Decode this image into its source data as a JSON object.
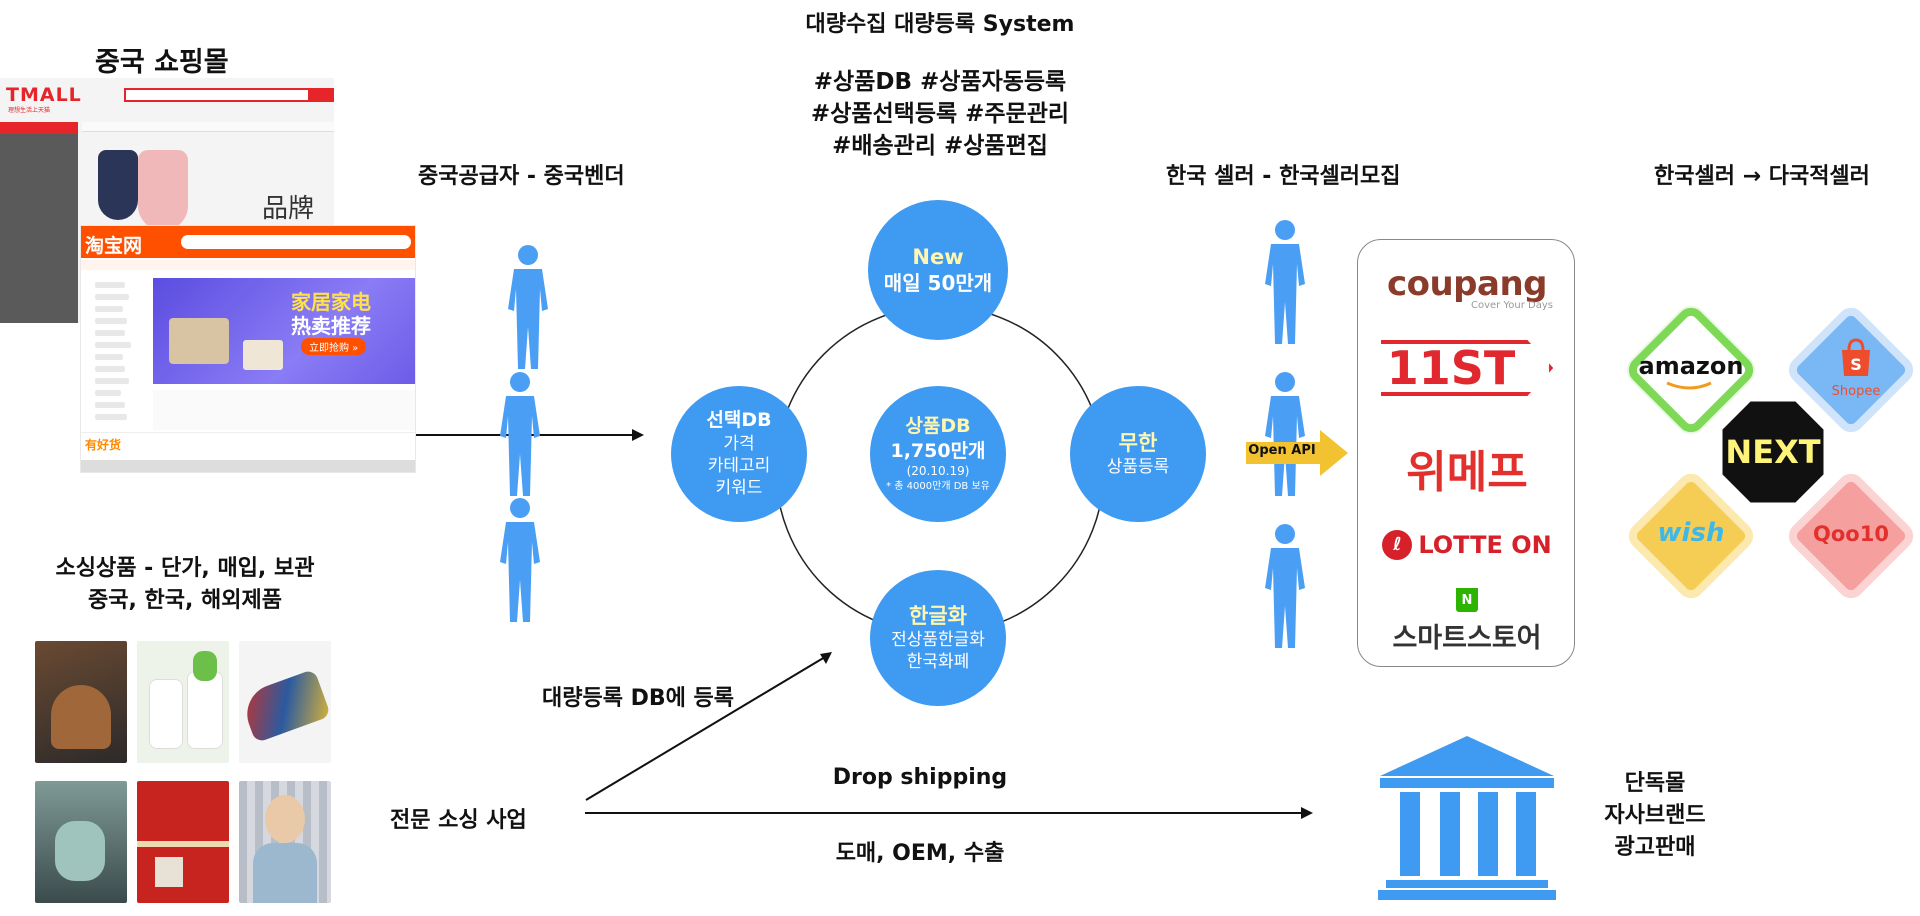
{
  "header": {
    "title": "대량수집 대량등록 System",
    "tags_line1": "#상품DB #상품자동등록",
    "tags_line2": "#상품선택등록 #주문관리",
    "tags_line3": "#배송관리 #상품편집"
  },
  "left": {
    "shopping_title": "중국 쇼핑몰",
    "tmall_logo": "TMALL",
    "tmall_sub": "理想生活上天猫",
    "tmall_banner": "品牌盛",
    "taobao_logo": "淘宝网",
    "taobao_banner_line1": "家居家电",
    "taobao_banner_line2": "热卖推荐",
    "taobao_banner_btn": "立即抢购 »",
    "taobao_footer": "有好货",
    "sourcing_title_line1": "소싱상품 - 단가, 매입, 보관",
    "sourcing_title_line2": "중국, 한국, 해외제품"
  },
  "suppliers": {
    "title": "중국공급자 - 중국벤더"
  },
  "circles": {
    "top": {
      "line1": "New",
      "line2": "매일 50만개"
    },
    "left": {
      "line1": "선택DB",
      "line2": "가격",
      "line3": "카테고리",
      "line4": "키워드"
    },
    "center": {
      "line1": "상품DB",
      "line2": "1,750만개",
      "line3": "(20.10.19)",
      "line4": "* 총 4000만개 DB 보유"
    },
    "right": {
      "line1": "무한",
      "line2": "상품등록"
    },
    "bottom": {
      "line1": "한글화",
      "line2": "전상품한글화",
      "line3": "한국화폐"
    }
  },
  "sellers": {
    "title": "한국 셀러 - 한국셀러모집",
    "api_label": "Open API"
  },
  "marketplaces": {
    "coupang": "coupang",
    "coupang_tagline": "Cover Your Days",
    "st11": "11ST",
    "wemakeprice": "위메프",
    "lotteon": "LOTTE ON",
    "smartstore_n": "N",
    "smartstore": "스마트스토어"
  },
  "global": {
    "title": "한국셀러 → 다국적셀러",
    "amazon": "amazon",
    "shopee": "Shopee",
    "next": "NEXT",
    "wish": "wish",
    "qoo10": "Qoo10"
  },
  "bottom": {
    "register_label": "대량등록 DB에 등록",
    "source_business": "전문 소싱 사업",
    "drop_shipping": "Drop shipping",
    "wholesale": "도매, OEM, 수출",
    "brand_line1": "단독몰",
    "brand_line2": "자사브랜드",
    "brand_line3": "광고판매"
  },
  "colors": {
    "primary_blue": "#3f9af1",
    "person_blue": "#4a9ff5",
    "arrow_yellow": "#f2c230",
    "amazon_green": "#7ed957",
    "shopee_blue": "#7ab8f5",
    "wish_yellow": "#f5cd55",
    "qoo10_pink": "#f59f9f",
    "coupang_red": "#c23a2b",
    "st11_red": "#e0282e",
    "wemakeprice_red": "#e2312c",
    "lotte_red": "#d6202a",
    "naver_green": "#2db400"
  }
}
